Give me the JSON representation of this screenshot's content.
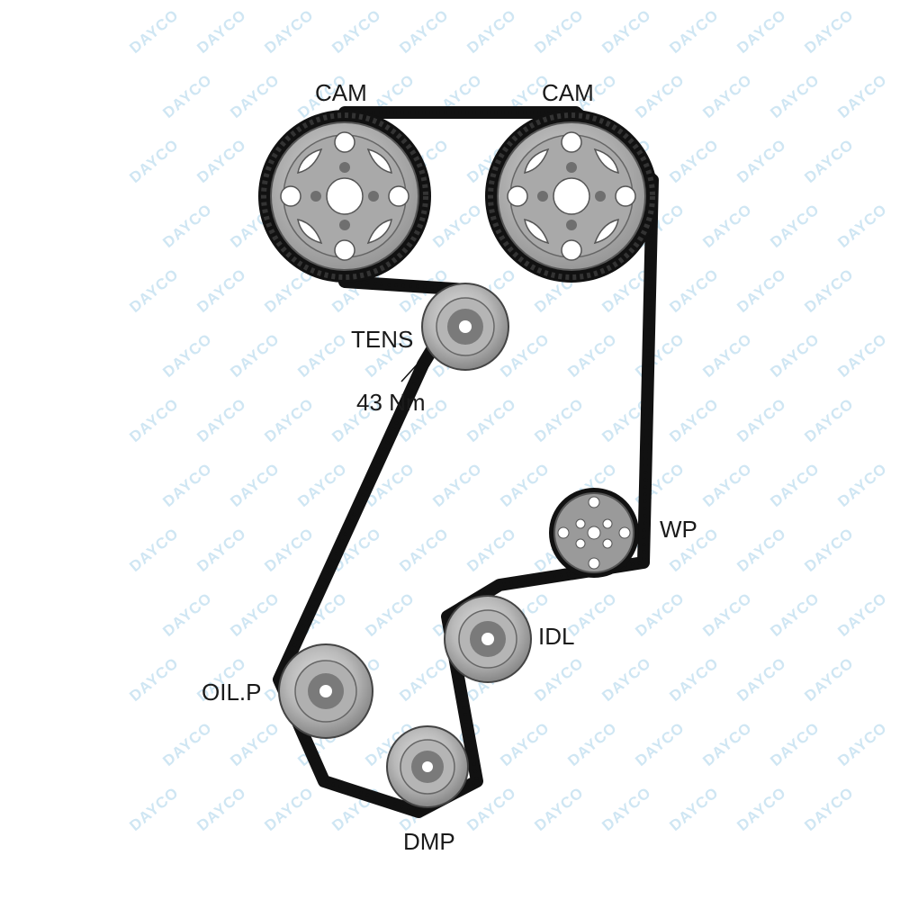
{
  "watermark": "DAYCO",
  "labels": {
    "cam_left": "CAM",
    "cam_right": "CAM",
    "tensioner": "TENS",
    "torque": "43 Nm",
    "water_pump": "WP",
    "idler": "IDL",
    "oil_pump": "OIL.P",
    "damper": "DMP"
  },
  "colors": {
    "belt": "#111111",
    "pulley_face": "#9a9a9a",
    "pulley_inner": "#c8c8c8",
    "watermark": "#cfe6f3"
  }
}
